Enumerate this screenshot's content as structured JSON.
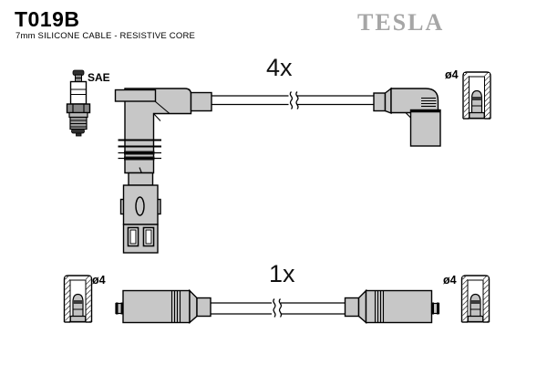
{
  "header": {
    "part_number": "T019B",
    "subtitle": "7mm SILICONE CABLE - RESISTIVE CORE",
    "brand": "TESLA"
  },
  "labels": {
    "spark_plug_standard": "SAE",
    "top_cable_qty": "4x",
    "bottom_cable_qty": "1x",
    "terminal_dia_top_right": "ø4",
    "terminal_dia_bottom_left": "ø4",
    "terminal_dia_bottom_right": "ø4"
  },
  "colors": {
    "background": "#ffffff",
    "outline": "#000000",
    "boot_fill": "#c7c7c7",
    "brand_gray": "#a6a6a6",
    "text": "#000000"
  }
}
